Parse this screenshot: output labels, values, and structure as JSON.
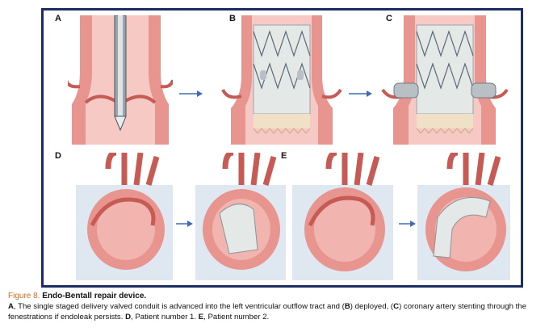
{
  "panels": {
    "a_label": "A",
    "b_label": "B",
    "c_label": "C",
    "d_label": "D",
    "e_label": "E"
  },
  "caption": {
    "figure_number": "Figure 8.",
    "figure_title": "Endo-Bentall repair device.",
    "segments": [
      {
        "text": "A",
        "bold": true
      },
      {
        "text": ", The single staged delivery valved conduit is advanced into the left ventricular outflow tract and (",
        "bold": false
      },
      {
        "text": "B",
        "bold": true
      },
      {
        "text": ") deployed, (",
        "bold": false
      },
      {
        "text": "C",
        "bold": true
      },
      {
        "text": ") coronary artery stenting through the fenestrations if endoleak persists. ",
        "bold": false
      },
      {
        "text": "D",
        "bold": true
      },
      {
        "text": ", Patient number 1. ",
        "bold": false
      },
      {
        "text": "E",
        "bold": true
      },
      {
        "text": ", Patient number 2.",
        "bold": false
      }
    ]
  },
  "colors": {
    "frame": "#1d2d64",
    "arrow": "#3f6cb5",
    "tissue": "#e8958f",
    "tissue_dark": "#c65a55",
    "lumen": "#f6c9c4",
    "stent": "#cfd6d8",
    "graft": "#e4e8e6",
    "valve": "#efe0c6",
    "figure_number": "#d4691f"
  }
}
